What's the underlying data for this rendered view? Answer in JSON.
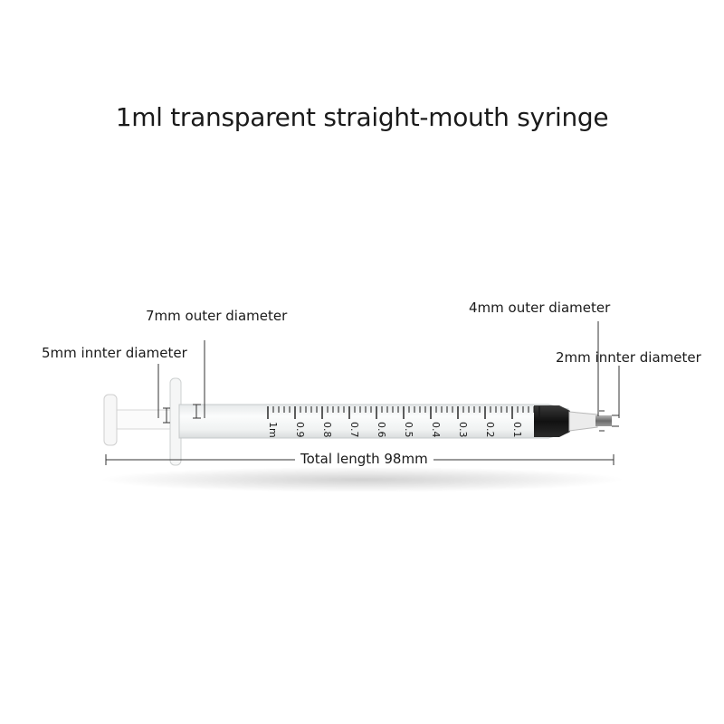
{
  "title": "1ml transparent straight-mouth syringe",
  "dimensions": {
    "outer_7mm": "7mm outer diameter",
    "inner_5mm": "5mm innter diameter",
    "outer_4mm": "4mm outer diameter",
    "inner_2mm": "2mm innter diameter",
    "total_length": "Total length 98mm"
  },
  "scale_labels": [
    "1m",
    "0.9",
    "0.8",
    "0.7",
    "0.6",
    "0.5",
    "0.4",
    "0.3",
    "0.2",
    "0.1"
  ],
  "colors": {
    "text": "#1a1a1a",
    "barrel": "#f4f6f6",
    "plunger": "#fafafa",
    "rubber": "#1b1b1b",
    "tip": "#7a7a7a"
  }
}
